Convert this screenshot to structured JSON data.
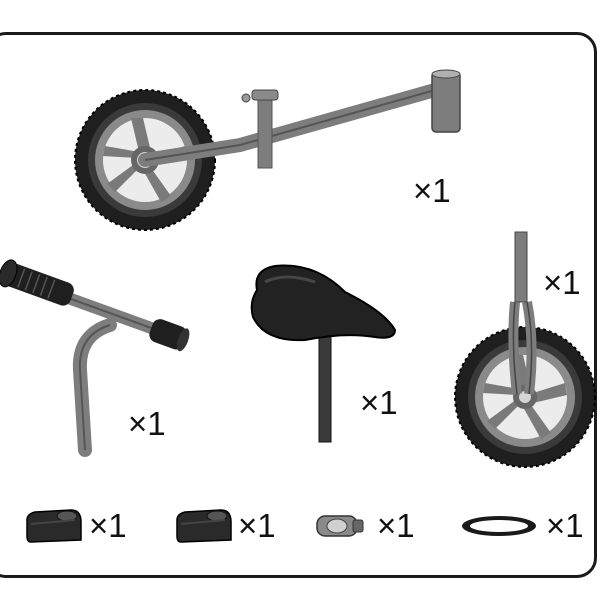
{
  "colors": {
    "frame": "#1a1a1a",
    "metal": "#7d7d7d",
    "metal_dark": "#555555",
    "rubber": "#1f1f1f",
    "hub": "#7a7a7a",
    "text": "#111111"
  },
  "parts": [
    {
      "id": "frame-with-rear-wheel",
      "icon": "frame-rear-wheel-icon",
      "quantity": "×1"
    },
    {
      "id": "handlebar",
      "icon": "handlebar-icon",
      "quantity": "×1"
    },
    {
      "id": "seat",
      "icon": "seat-icon",
      "quantity": "×1"
    },
    {
      "id": "front-wheel-fork",
      "icon": "front-wheel-fork-icon",
      "quantity": "×1"
    },
    {
      "id": "clamp-1",
      "icon": "clamp-icon",
      "quantity": "×1"
    },
    {
      "id": "clamp-2",
      "icon": "clamp-icon",
      "quantity": "×1"
    },
    {
      "id": "collar",
      "icon": "collar-icon",
      "quantity": "×1"
    },
    {
      "id": "washer",
      "icon": "washer-icon",
      "quantity": "×1"
    }
  ]
}
